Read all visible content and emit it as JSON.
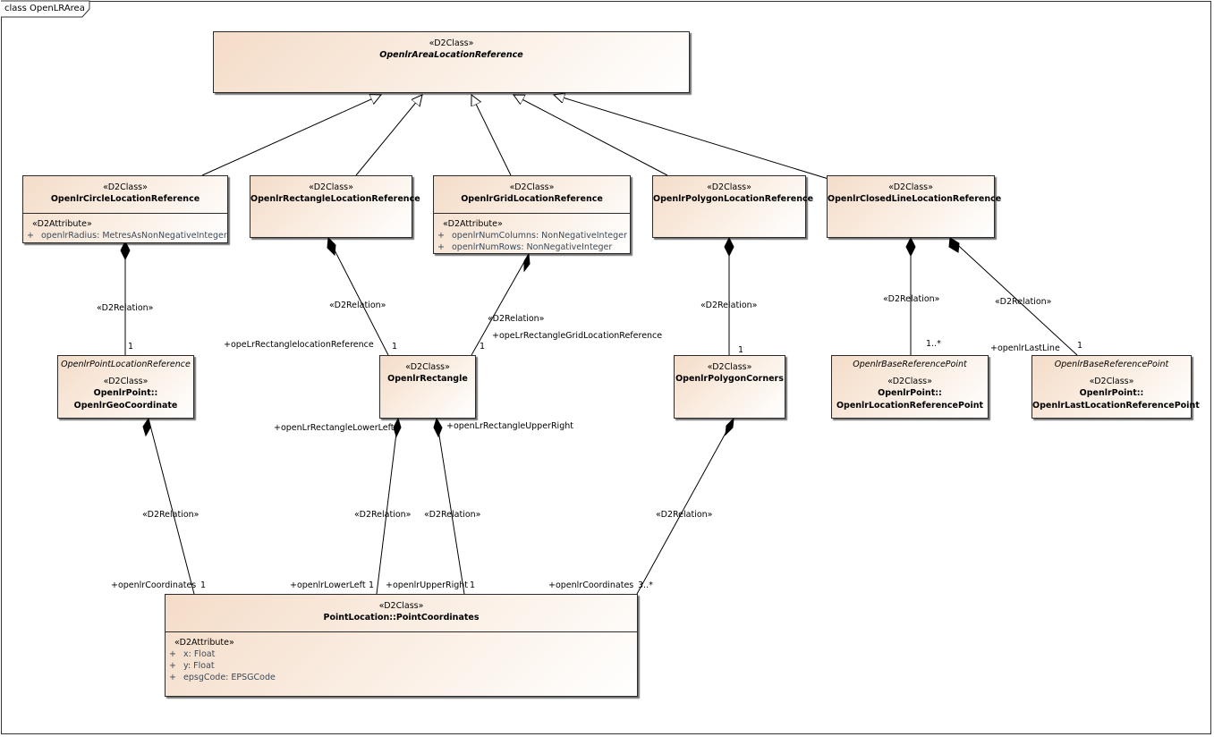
{
  "frame_title": "class OpenLRArea",
  "classes": {
    "area": {
      "stereotype": "«D2Class»",
      "name": "OpenlrAreaLocationReference"
    },
    "circle": {
      "stereotype": "«D2Class»",
      "name": "OpenlrCircleLocationReference",
      "attr_stereotype": "«D2Attribute»",
      "attrs": [
        {
          "vis": "+",
          "text": "openlrRadius: MetresAsNonNegativeInteger"
        }
      ]
    },
    "rect_ref": {
      "stereotype": "«D2Class»",
      "name": "OpenlrRectangleLocationReference"
    },
    "grid": {
      "stereotype": "«D2Class»",
      "name": "OpenlrGridLocationReference",
      "attr_stereotype": "«D2Attribute»",
      "attrs": [
        {
          "vis": "+",
          "text": "openlrNumColumns: NonNegativeInteger"
        },
        {
          "vis": "+",
          "text": "openlrNumRows: NonNegativeInteger"
        }
      ]
    },
    "polygon": {
      "stereotype": "«D2Class»",
      "name": "OpenlrPolygonLocationReference"
    },
    "closed": {
      "stereotype": "«D2Class»",
      "name": "OpenlrClosedLineLocationReference"
    },
    "geo": {
      "type_label": "OpenlrPointLocationReference",
      "stereotype": "«D2Class»",
      "name": "OpenlrPoint::\nOpenlrGeoCoordinate"
    },
    "rectangle": {
      "stereotype": "«D2Class»",
      "name": "OpenlrRectangle"
    },
    "corners": {
      "stereotype": "«D2Class»",
      "name": "OpenlrPolygonCorners"
    },
    "lrp": {
      "type_label": "OpenlrBaseReferencePoint",
      "stereotype": "«D2Class»",
      "name": "OpenlrPoint::\nOpenlrLocationReferencePoint"
    },
    "llrp": {
      "type_label": "OpenlrBaseReferencePoint",
      "stereotype": "«D2Class»",
      "name": "OpenlrPoint::\nOpenlrLastLocationReferencePoint"
    },
    "point": {
      "stereotype": "«D2Class»",
      "name": "PointLocation::PointCoordinates",
      "attr_stereotype": "«D2Attribute»",
      "attrs": [
        {
          "vis": "+",
          "text": "x: Float"
        },
        {
          "vis": "+",
          "text": "y: Float"
        },
        {
          "vis": "+",
          "text": "epsgCode: EPSGCode"
        }
      ]
    }
  },
  "labels": {
    "rel_circle_geo": "«D2Relation»",
    "mult_circle_geo": "1",
    "rel_rect_rect": "«D2Relation»",
    "role_rect_rect": "+opeLrRectanglelocationReference",
    "mult_rect_rect": "1",
    "rel_grid_rect": "«D2Relation»",
    "role_grid_rect": "+opeLrRectangleGridLocationReference",
    "mult_grid_rect": "1",
    "rel_poly_corners": "«D2Relation»",
    "mult_poly_corners": "1",
    "rel_closed_lrp": "«D2Relation»",
    "mult_closed_lrp": "1..*",
    "rel_closed_llrp": "«D2Relation»",
    "role_closed_llrp": "+openlrLastLine",
    "mult_closed_llrp": "1",
    "role_rect_lowerleft_src": "+openLrRectangleLowerLeft",
    "role_rect_upperright_src": "+openLrRectangleUpperRight",
    "rel_geo_point": "«D2Relation»",
    "role_geo_point": "+openlrCoordinates",
    "mult_geo_point": "1",
    "rel_lowerleft": "«D2Relation»",
    "role_lowerleft": "+openlrLowerLeft",
    "mult_lowerleft": "1",
    "rel_upperright": "«D2Relation»",
    "role_upperright": "+openlrUpperRight",
    "mult_upperright": "1",
    "rel_corners_point": "«D2Relation»",
    "role_corners_point": "+openlrCoordinates",
    "mult_corners_point": "3..*"
  },
  "colors": {
    "class_fill_start": "#f4dcc8",
    "class_fill_end": "#ffffff",
    "attribute_text": "#3a4a5a",
    "line": "#000000"
  }
}
